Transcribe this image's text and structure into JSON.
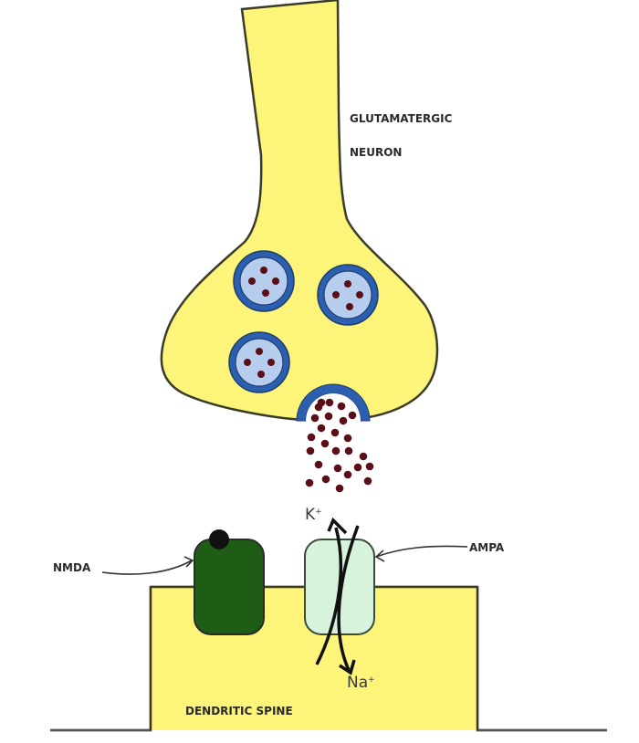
{
  "diagram": {
    "title": "Glutamatergic synapse",
    "labels": {
      "neuron_line1": "GLUTAMATERGIC",
      "neuron_line2": "NEURON",
      "nmda": "NMDA",
      "ampa": "AMPA",
      "spine": "DENDRITIC SPINE",
      "ion_out": "K",
      "ion_out_charge": "+",
      "ion_in": "Na",
      "ion_in_charge": "+"
    },
    "colors": {
      "cytoplasm": "#fdf57a",
      "outline": "#3b3b2a",
      "vesicle_fill": "#b7cdee",
      "vesicle_ring": "#2d5fb0",
      "glutamate": "#5a0f18",
      "nmda_fill": "#1f5c16",
      "ampa_fill": "#d7f3dc",
      "mg_block": "#111111"
    },
    "vesicle_count": 3,
    "molecules_per_vesicle": 4
  }
}
